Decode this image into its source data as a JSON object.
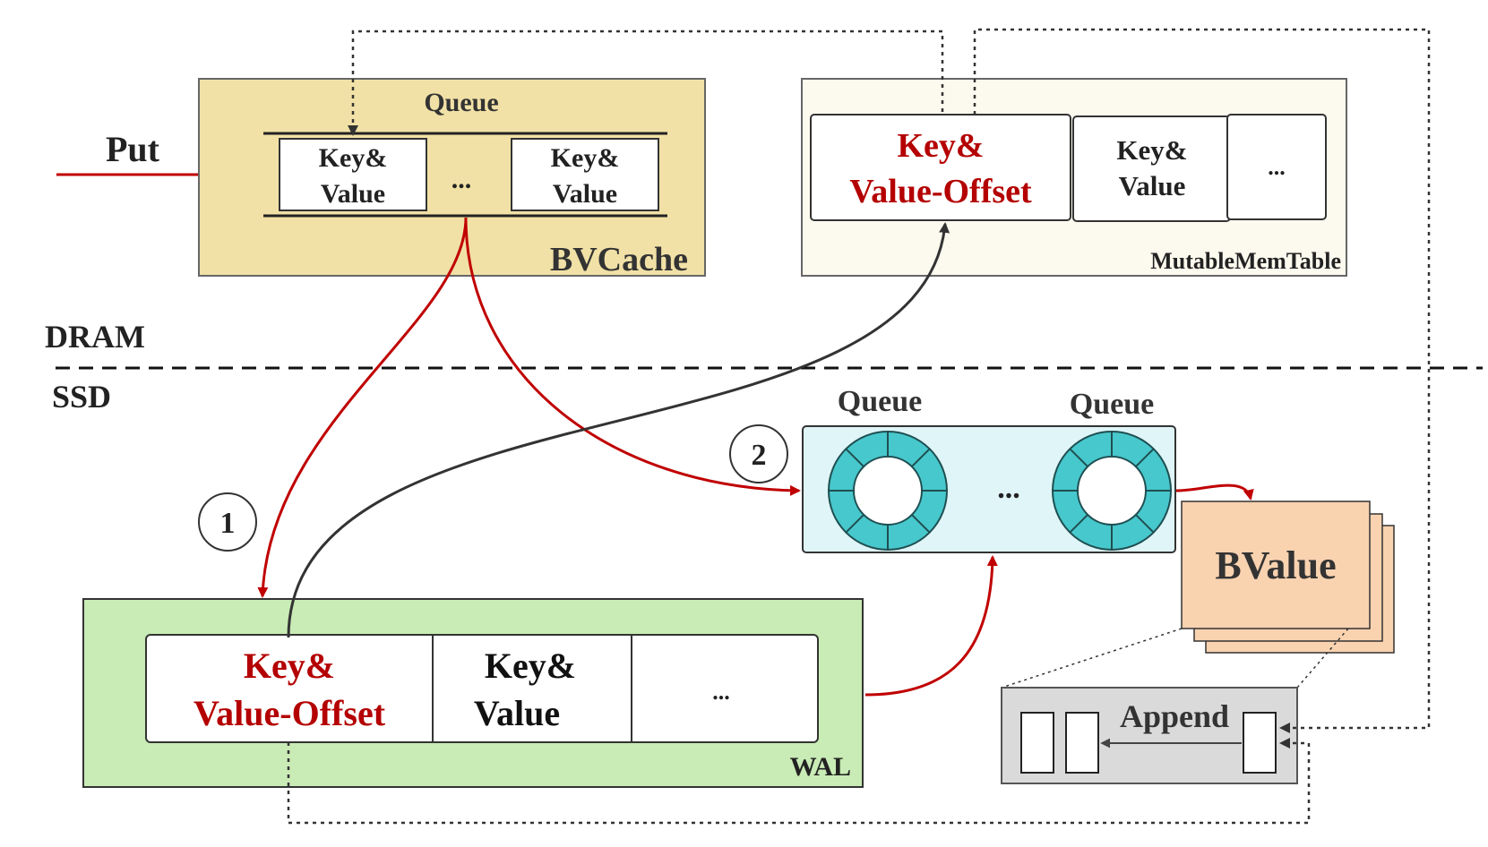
{
  "labels": {
    "put": "Put",
    "dram": "DRAM",
    "ssd": "SSD"
  },
  "bvcache": {
    "name": "BVCache",
    "queue_title": "Queue",
    "entry_first_line1": "Key&",
    "entry_first_line2": "Value",
    "ellipsis": "...",
    "entry_last_line1": "Key&",
    "entry_last_line2": "Value"
  },
  "memtable": {
    "name": "MutableMemTable",
    "cell1_line1": "Key&",
    "cell1_line2": "Value-Offset",
    "cell2_line1": "Key&",
    "cell2_line2": "Value",
    "cell3": "..."
  },
  "queues": {
    "title_left": "Queue",
    "title_right": "Queue",
    "ellipsis": "...",
    "step": "2"
  },
  "wal": {
    "name": "WAL",
    "step": "1",
    "cell1_line1": "Key&",
    "cell1_line2": "Value-Offset",
    "cell2_line1": "Key&",
    "cell2_line2": "Value",
    "cell3": "..."
  },
  "bvalue": {
    "name": "BValue",
    "append_label": "Append"
  },
  "colors": {
    "bvcache_fill": "#f1e1a6",
    "memtable_fill": "#fcf9ee",
    "queue_fill": "#dff5f7",
    "ring_fill": "#47c8cc",
    "wal_fill": "#c9ebb5",
    "bvalue_fill": "#f9d2b0",
    "append_fill": "#dadada",
    "highlight_red": "#b40000",
    "arrow_red": "#c00000",
    "arrow_dark": "#333333"
  },
  "icons": [
    "ring-buffer-icon",
    "circled-number-icon"
  ]
}
